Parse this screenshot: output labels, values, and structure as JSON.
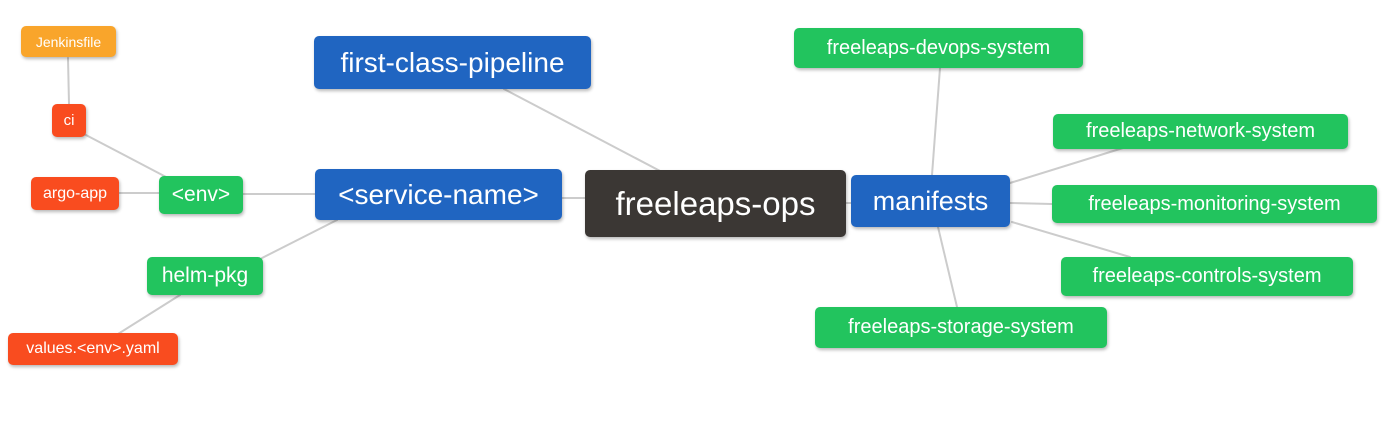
{
  "palette": {
    "blue": "#2065C1",
    "green": "#22C45E",
    "orange": "#F9A52B",
    "red": "#F94C1F",
    "dark": "#3B3734",
    "edge": "#CCCCCC",
    "text": "#FFFFFF",
    "background": "#FFFFFF"
  },
  "nodes": {
    "jenkinsfile": {
      "label": "Jenkinsfile",
      "color": "orange"
    },
    "ci": {
      "label": "ci",
      "color": "red"
    },
    "argo_app": {
      "label": "argo-app",
      "color": "red"
    },
    "env": {
      "label": "<env>",
      "color": "green"
    },
    "helm_pkg": {
      "label": "helm-pkg",
      "color": "green"
    },
    "values_env_yaml": {
      "label": "values.<env>.yaml",
      "color": "red"
    },
    "first_class_pipeline": {
      "label": "first-class-pipeline",
      "color": "blue"
    },
    "service_name": {
      "label": "<service-name>",
      "color": "blue"
    },
    "freeleaps_ops": {
      "label": "freeleaps-ops",
      "color": "dark"
    },
    "manifests": {
      "label": "manifests",
      "color": "blue"
    },
    "devops_system": {
      "label": "freeleaps-devops-system",
      "color": "green"
    },
    "network_system": {
      "label": "freeleaps-network-system",
      "color": "green"
    },
    "monitoring_system": {
      "label": "freeleaps-monitoring-system",
      "color": "green"
    },
    "controls_system": {
      "label": "freeleaps-controls-system",
      "color": "green"
    },
    "storage_system": {
      "label": "freeleaps-storage-system",
      "color": "green"
    }
  },
  "edges": [
    {
      "from": "jenkinsfile",
      "to": "ci"
    },
    {
      "from": "ci",
      "to": "env"
    },
    {
      "from": "argo_app",
      "to": "env"
    },
    {
      "from": "env",
      "to": "service_name"
    },
    {
      "from": "service_name",
      "to": "helm_pkg"
    },
    {
      "from": "helm_pkg",
      "to": "values_env_yaml"
    },
    {
      "from": "first_class_pipeline",
      "to": "freeleaps_ops"
    },
    {
      "from": "service_name",
      "to": "freeleaps_ops"
    },
    {
      "from": "freeleaps_ops",
      "to": "manifests"
    },
    {
      "from": "manifests",
      "to": "devops_system"
    },
    {
      "from": "manifests",
      "to": "network_system"
    },
    {
      "from": "manifests",
      "to": "monitoring_system"
    },
    {
      "from": "manifests",
      "to": "controls_system"
    },
    {
      "from": "manifests",
      "to": "storage_system"
    }
  ]
}
